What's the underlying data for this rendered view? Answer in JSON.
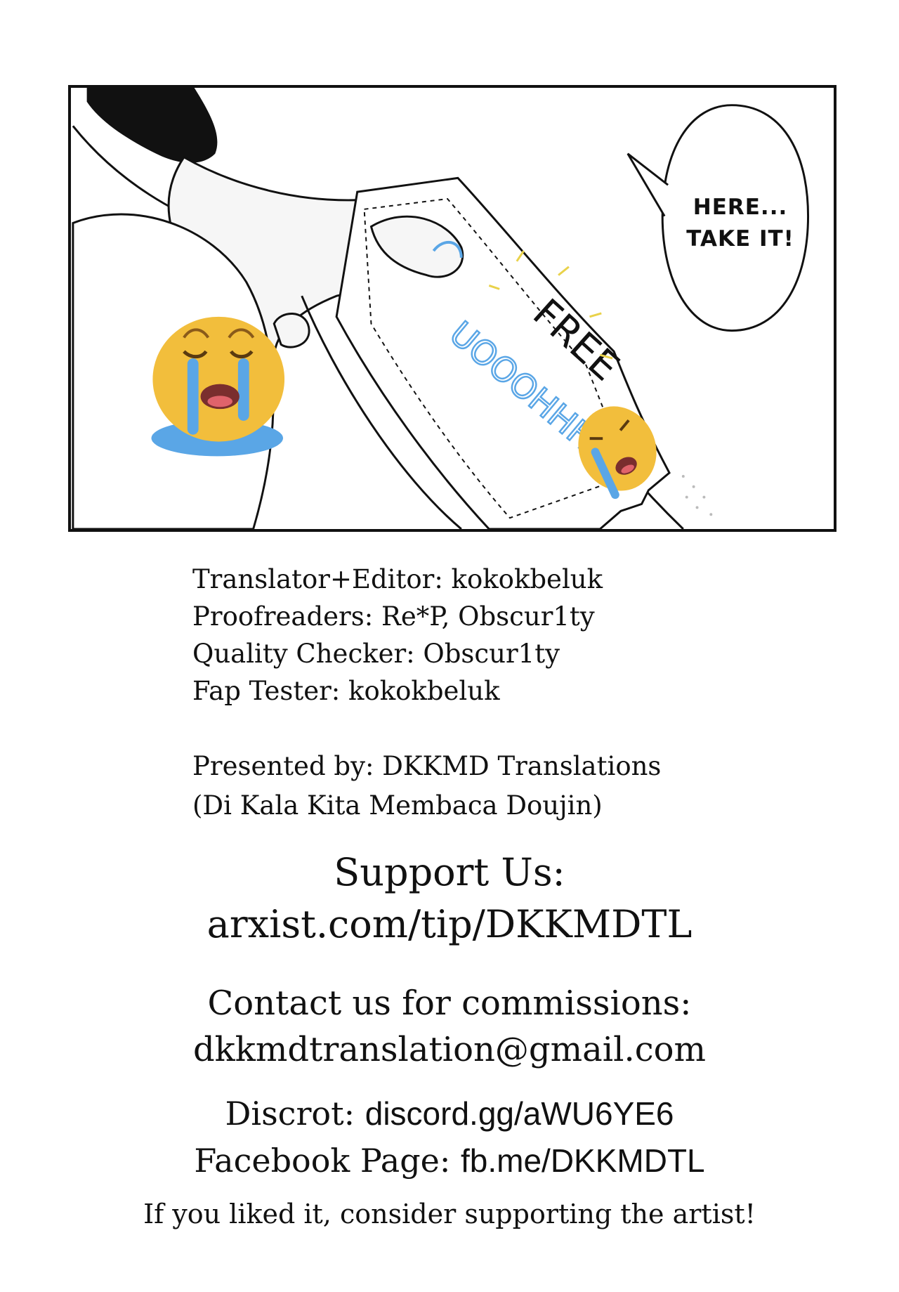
{
  "panel": {
    "speech_bubble": [
      "HERE...",
      "TAKE IT!"
    ],
    "ticket_text_free": "FREE",
    "ticket_text_cry": "UOOOHHHH"
  },
  "credits": {
    "translator_editor": "Translator+Editor: kokokbeluk",
    "proofreaders": "Proofreaders: Re*P, Obscur1ty",
    "quality_checker": "Quality Checker: Obscur1ty",
    "fap_tester": "Fap Tester: kokokbeluk"
  },
  "presented": {
    "line1": "Presented by: DKKMD Translations",
    "line2": "(Di Kala Kita Membaca Doujin)"
  },
  "support": {
    "heading": "Support Us:",
    "link": "arxist.com/tip/DKKMDTL"
  },
  "contact": {
    "heading": "Contact us for commissions:",
    "email": "dkkmdtranslation@gmail.com"
  },
  "social": {
    "discord_label": "Discrot:",
    "discord_value": "discord.gg/aWU6YE6",
    "facebook_label": "Facebook Page:",
    "facebook_value": "fb.me/DKKMDTL"
  },
  "footer": {
    "liked": "If you liked it, consider supporting the artist!"
  },
  "colors": {
    "emoji_yellow": "#f2be3c",
    "tears_blue": "#5aa6e6",
    "mouth_pink": "#e0636b",
    "ink": "#111111"
  }
}
